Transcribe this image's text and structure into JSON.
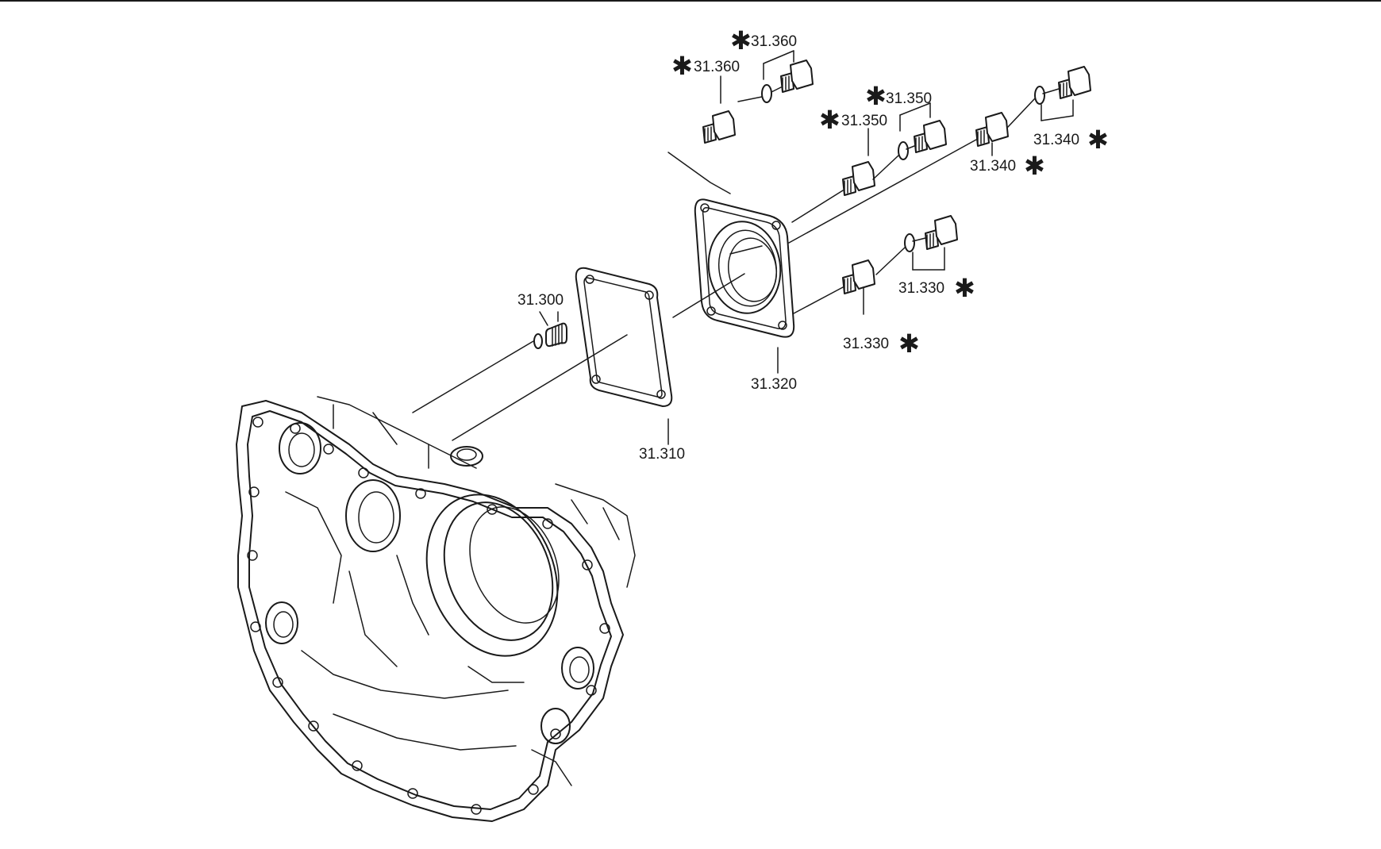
{
  "labels": {
    "l300": "31.300",
    "l310": "31.310",
    "l320": "31.320",
    "l330a": "31.330",
    "l330b": "31.330",
    "l340a": "31.340",
    "l340b": "31.340",
    "l350a": "31.350",
    "l350b": "31.350",
    "l360a": "31.360",
    "l360b": "31.360"
  },
  "marker": "✱",
  "colors": {
    "line": "#1a1a1a",
    "background": "#ffffff"
  },
  "icons": [
    "housing",
    "gasket",
    "cover-plate",
    "bolt",
    "washer",
    "plug"
  ]
}
